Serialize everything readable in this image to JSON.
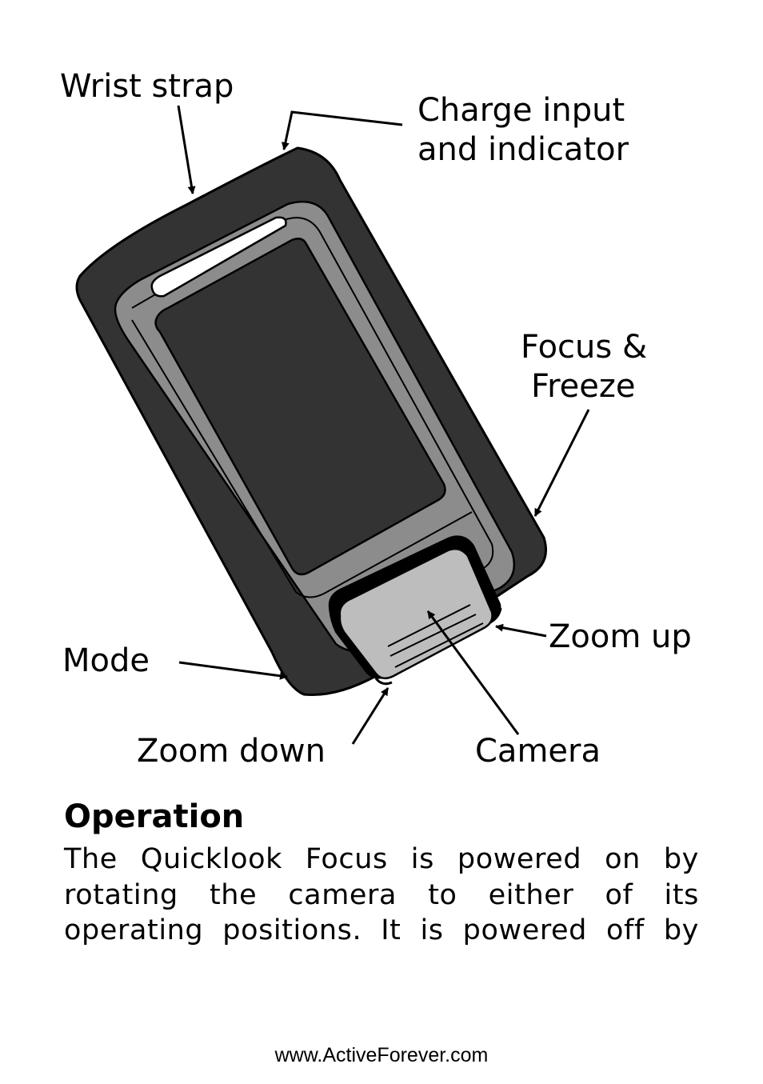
{
  "diagram": {
    "labels": {
      "wrist_strap": "Wrist strap",
      "charge_line1": "Charge input",
      "charge_line2": "and indicator",
      "focus_line1": "Focus &",
      "focus_line2": "Freeze",
      "zoom_up": "Zoom up",
      "mode": "Mode",
      "zoom_down": "Zoom down",
      "camera": "Camera"
    },
    "colors": {
      "outline": "#000000",
      "body": "#333333",
      "frame": "#8c8c8c",
      "screen": "#333333",
      "camera": "#bdbdbd",
      "highlight": "#ffffff"
    }
  },
  "section": {
    "heading": "Operation",
    "text": "The Quicklook Focus is powered on by rotating the camera to either of its operating positions.  It is powered off by"
  },
  "footer": {
    "url": "www.ActiveForever.com"
  }
}
